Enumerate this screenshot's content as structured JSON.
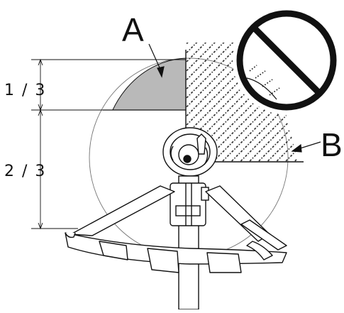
{
  "labels": {
    "a": "A",
    "b": "B",
    "upper_fraction": "1 / 3",
    "lower_fraction": "2 / 3"
  },
  "colors": {
    "line": "#111111",
    "shade": "#b9b9b9",
    "background": "#ffffff"
  },
  "icons": {
    "prohibition": "no-entry-circle-slash-icon"
  }
}
